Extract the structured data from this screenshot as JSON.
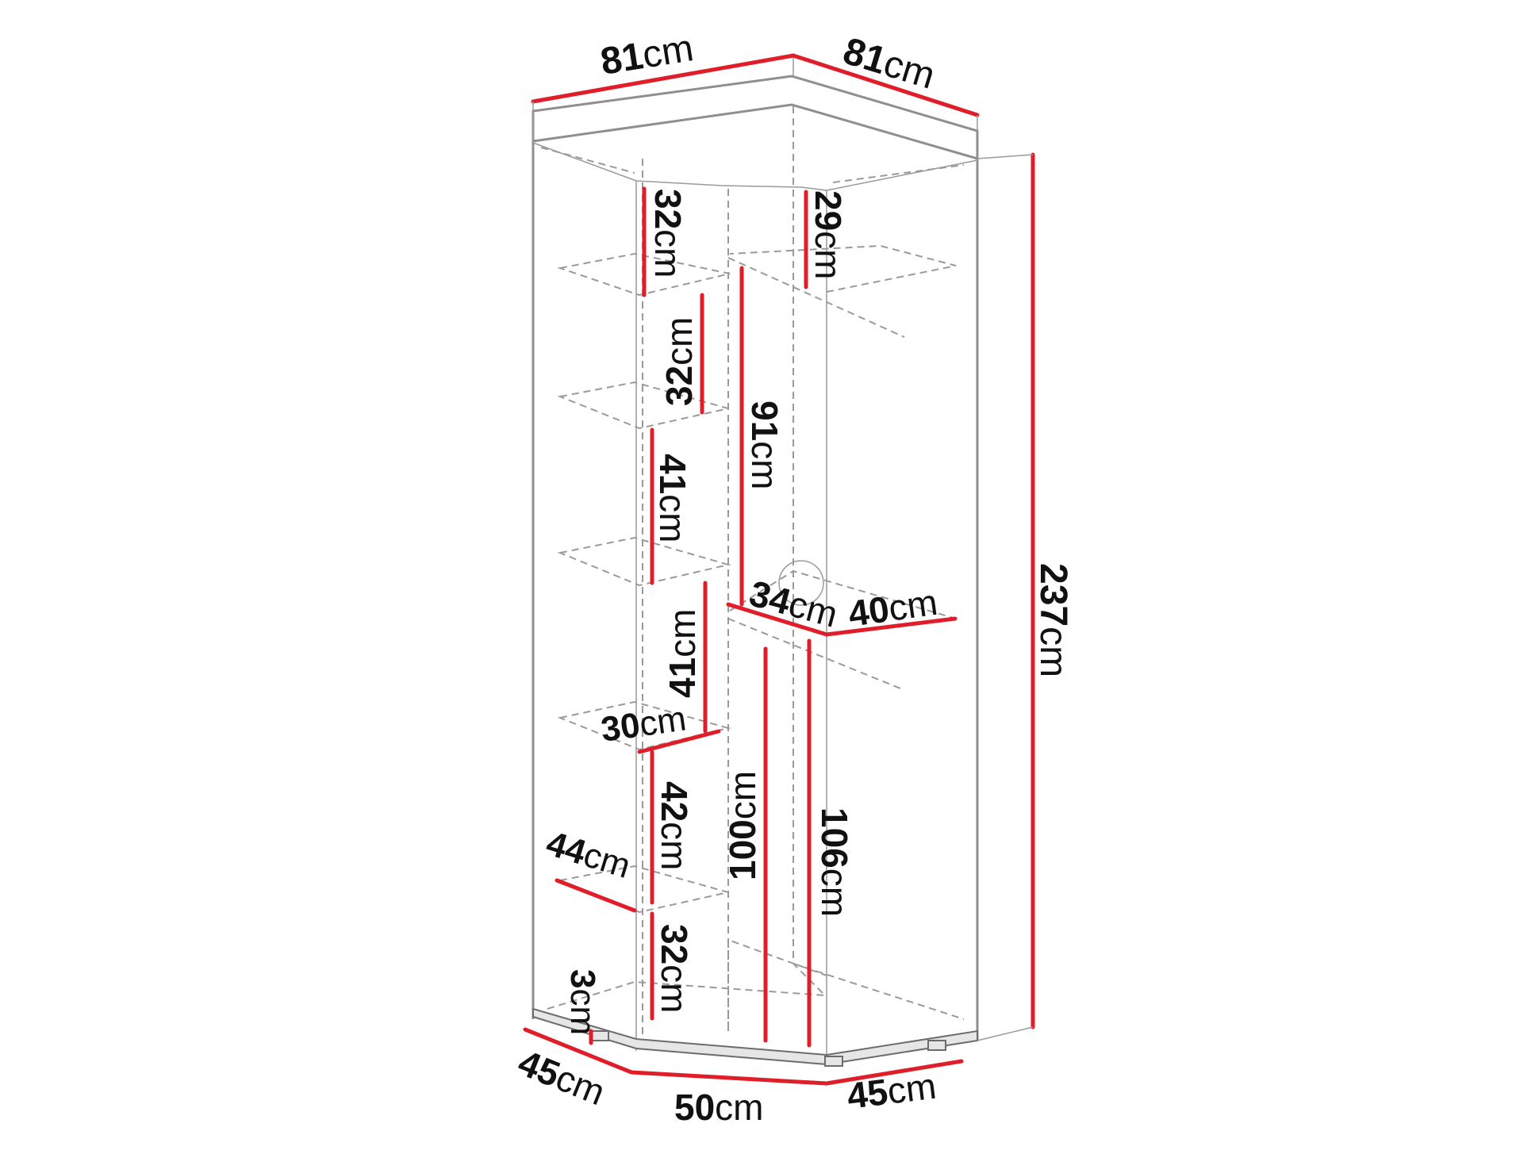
{
  "colors": {
    "dimension_line": "#e01e2a",
    "cabinet_outline": "#8f8f8f",
    "dashed_hidden": "#9a9a9a",
    "text": "#111111"
  },
  "dimensions": {
    "top_left_width": {
      "value": "81",
      "unit": "cm"
    },
    "top_right_width": {
      "value": "81",
      "unit": "cm"
    },
    "total_height": {
      "value": "237",
      "unit": "cm"
    },
    "shelf_top_left": {
      "value": "32",
      "unit": "cm"
    },
    "shelf_top_right": {
      "value": "29",
      "unit": "cm"
    },
    "shelf_second": {
      "value": "32",
      "unit": "cm"
    },
    "hanging_upper": {
      "value": "91",
      "unit": "cm"
    },
    "shelf_third": {
      "value": "41",
      "unit": "cm"
    },
    "shelf_fourth": {
      "value": "41",
      "unit": "cm"
    },
    "rail_depth": {
      "value": "34",
      "unit": "cm"
    },
    "rail_width": {
      "value": "40",
      "unit": "cm"
    },
    "shelf_depth": {
      "value": "30",
      "unit": "cm"
    },
    "hanging_lower": {
      "value": "100",
      "unit": "cm"
    },
    "shelf_fifth": {
      "value": "42",
      "unit": "cm"
    },
    "hanging_right": {
      "value": "106",
      "unit": "cm"
    },
    "side_depth": {
      "value": "44",
      "unit": "cm"
    },
    "shelf_bottom": {
      "value": "32",
      "unit": "cm"
    },
    "plinth_height": {
      "value": "3",
      "unit": "cm"
    },
    "base_left": {
      "value": "45",
      "unit": "cm"
    },
    "base_front": {
      "value": "50",
      "unit": "cm"
    },
    "base_right": {
      "value": "45",
      "unit": "cm"
    }
  }
}
